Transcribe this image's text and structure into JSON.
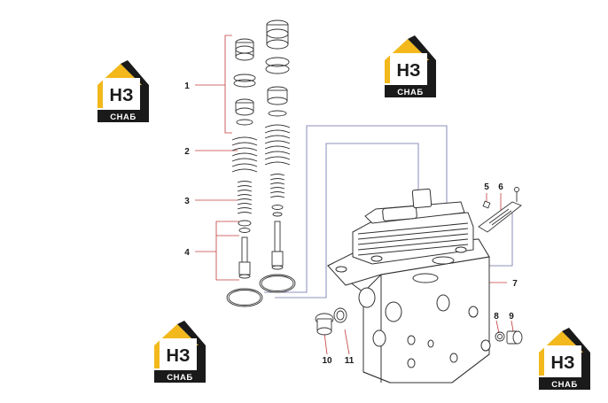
{
  "diagram": {
    "callouts": [
      {
        "id": "1",
        "label": "1"
      },
      {
        "id": "2",
        "label": "2"
      },
      {
        "id": "3",
        "label": "3"
      },
      {
        "id": "4",
        "label": "4"
      },
      {
        "id": "5",
        "label": "5"
      },
      {
        "id": "6",
        "label": "6"
      },
      {
        "id": "7",
        "label": "7"
      },
      {
        "id": "8",
        "label": "8"
      },
      {
        "id": "9",
        "label": "9"
      },
      {
        "id": "10",
        "label": "10"
      },
      {
        "id": "11",
        "label": "11"
      }
    ],
    "watermark": {
      "mark": "НЗ",
      "caption": "СНАБ"
    },
    "colors": {
      "leader": "#c23b3b",
      "outline": "#6b6fa8",
      "logo_gold": "#f2b81c",
      "logo_dark": "#1a1a1a",
      "part": "#333333"
    }
  }
}
